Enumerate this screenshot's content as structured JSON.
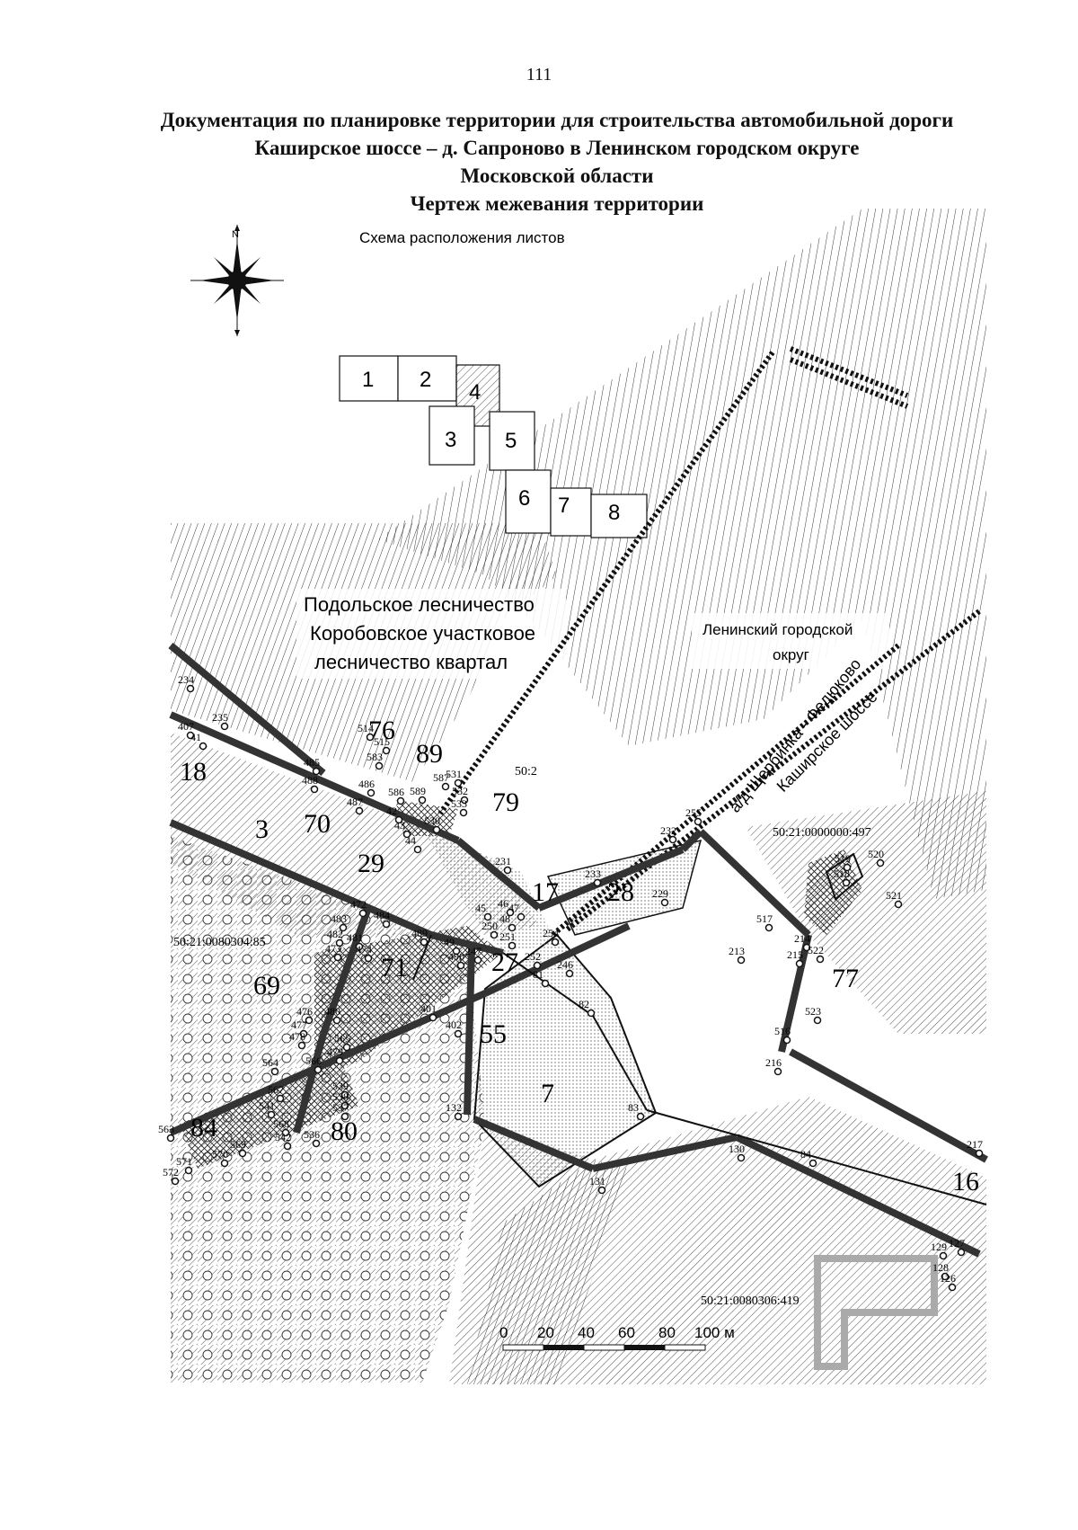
{
  "page": {
    "number": "111"
  },
  "title": {
    "line1": "Документация по планировке территории для строительства автомобильной дороги",
    "line2": "Каширское шоссе – д. Сапроново в Ленинском городском округе",
    "line3": "Московской области",
    "line4": "Чертеж межевания территории"
  },
  "compass": {
    "north_label": "N"
  },
  "sheet_scheme": {
    "title": "Схема расположения листов",
    "sheets": [
      "1",
      "2",
      "3",
      "4",
      "5",
      "6",
      "7",
      "8"
    ]
  },
  "map_labels": {
    "forestry_line1": "Подольское лесничество",
    "forestry_line2": "Коробовское участковое",
    "forestry_line3": "лесничество квартал",
    "district_line1": "Ленинский городской",
    "district_line2": "округ",
    "road1": "а/д Щербинка - Федюково",
    "road2": "Каширское шоссе",
    "cadastral_1": "50:21:0000000:497",
    "cadastral_2": "50:21:0080304:85",
    "cadastral_3": "50:21:0080306:419",
    "cut_text": "50:2"
  },
  "parcels": [
    "18",
    "3",
    "70",
    "76",
    "89",
    "79",
    "29",
    "17",
    "28",
    "27",
    "71",
    "69",
    "55",
    "7",
    "84",
    "80",
    "77",
    "16"
  ],
  "points": [
    "234",
    "235",
    "407",
    "41",
    "514",
    "515",
    "583",
    "485",
    "488",
    "486",
    "487",
    "42",
    "43",
    "44",
    "587",
    "531",
    "532",
    "533",
    "530",
    "586",
    "589",
    "231",
    "232",
    "255",
    "233",
    "229",
    "45",
    "46",
    "47",
    "48",
    "250",
    "251",
    "254",
    "252",
    "246",
    "81",
    "82",
    "472",
    "484",
    "483",
    "482",
    "481",
    "473",
    "474",
    "489",
    "49",
    "247",
    "490",
    "480",
    "401",
    "402",
    "476",
    "477",
    "478",
    "479",
    "565",
    "564",
    "566",
    "539",
    "538",
    "537",
    "541",
    "567",
    "568",
    "542",
    "536",
    "563",
    "569",
    "570",
    "571",
    "572",
    "132",
    "83",
    "130",
    "84",
    "131",
    "213",
    "519",
    "520",
    "518",
    "521",
    "517",
    "214",
    "215",
    "522",
    "523",
    "516",
    "216",
    "217",
    "129",
    "127",
    "128",
    "126"
  ],
  "scale_bar": {
    "ticks": [
      "0",
      "20",
      "40",
      "60",
      "80",
      "100 м"
    ]
  }
}
